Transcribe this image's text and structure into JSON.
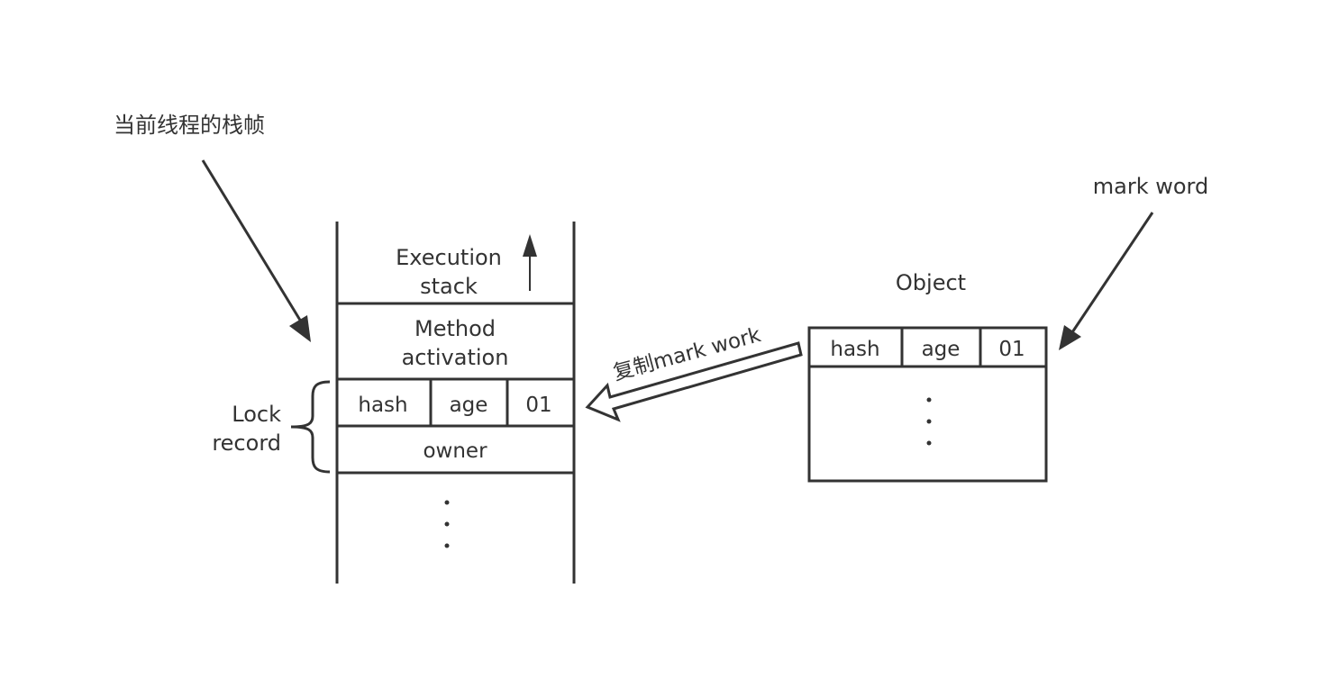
{
  "labels": {
    "current_thread_frame": "当前线程的栈帧",
    "mark_word": "mark word",
    "object": "Object",
    "copy_mark": "复制mark work",
    "lock_record_line1": "Lock",
    "lock_record_line2": "record"
  },
  "stack": {
    "execution_line1": "Execution",
    "execution_line2": "stack",
    "method_line1": "Method",
    "method_line2": "activation",
    "cells": [
      "hash",
      "age",
      "01"
    ],
    "owner": "owner"
  },
  "object_box": {
    "cells": [
      "hash",
      "age",
      "01"
    ]
  },
  "colors": {
    "stroke": "#333333",
    "background": "#ffffff"
  }
}
